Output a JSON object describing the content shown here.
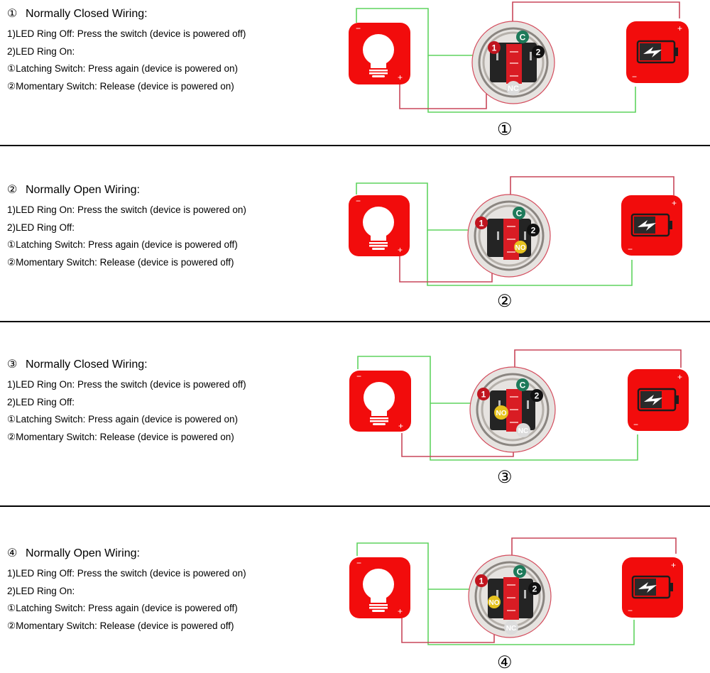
{
  "colors": {
    "box_red": "#f20c0c",
    "wire_green": "#5fd35f",
    "wire_red": "#c8475a",
    "terminal_1": "#c0141e",
    "terminal_c": "#1e7a5a",
    "terminal_2": "#111111",
    "terminal_no": "#e6c21e",
    "terminal_nc": "#dcdcdc"
  },
  "sections": [
    {
      "number": "①",
      "title": "Normally Closed Wiring:",
      "lines": [
        "1)LED Ring Off: Press the switch (device is powered off)",
        "2)LED Ring On:",
        "①Latching Switch: Press again (device is powered on)",
        "②Momentary Switch: Release (device is powered on)"
      ],
      "caption": "①",
      "diagram": {
        "bulb_label_minus": "−",
        "bulb_label_plus": "+",
        "battery_label_plus": "+",
        "battery_label_minus": "−",
        "terminals": [
          "1",
          "C",
          "2",
          "NC"
        ]
      }
    },
    {
      "number": "②",
      "title": "Normally Open Wiring:",
      "lines": [
        "1)LED Ring On: Press the switch (device is powered on)",
        "2)LED Ring Off:",
        "①Latching Switch: Press again (device is powered off)",
        "②Momentary Switch: Release (device is powered off)"
      ],
      "caption": "②",
      "diagram": {
        "bulb_label_minus": "−",
        "bulb_label_plus": "+",
        "battery_label_plus": "+",
        "battery_label_minus": "−",
        "terminals": [
          "1",
          "C",
          "2",
          "NO"
        ]
      }
    },
    {
      "number": "③",
      "title": "Normally Closed Wiring:",
      "lines": [
        "1)LED Ring On: Press the switch (device is powered off)",
        "2)LED Ring Off:",
        "①Latching Switch: Press again (device is powered on)",
        "②Momentary Switch: Release (device is powered on)"
      ],
      "caption": "③",
      "diagram": {
        "bulb_label_minus": "−",
        "bulb_label_plus": "+",
        "battery_label_plus": "+",
        "battery_label_minus": "−",
        "terminals": [
          "1",
          "C",
          "2",
          "NO",
          "NC"
        ]
      }
    },
    {
      "number": "④",
      "title": "Normally Open Wiring:",
      "lines": [
        "1)LED Ring Off: Press the switch (device is powered on)",
        "2)LED Ring On:",
        "①Latching Switch: Press again (device is powered off)",
        "②Momentary Switch: Release (device is powered off)"
      ],
      "caption": "④",
      "diagram": {
        "bulb_label_minus": "−",
        "bulb_label_plus": "+",
        "battery_label_plus": "+",
        "battery_label_minus": "−",
        "terminals": [
          "1",
          "C",
          "2",
          "NO",
          "NC"
        ]
      }
    }
  ]
}
